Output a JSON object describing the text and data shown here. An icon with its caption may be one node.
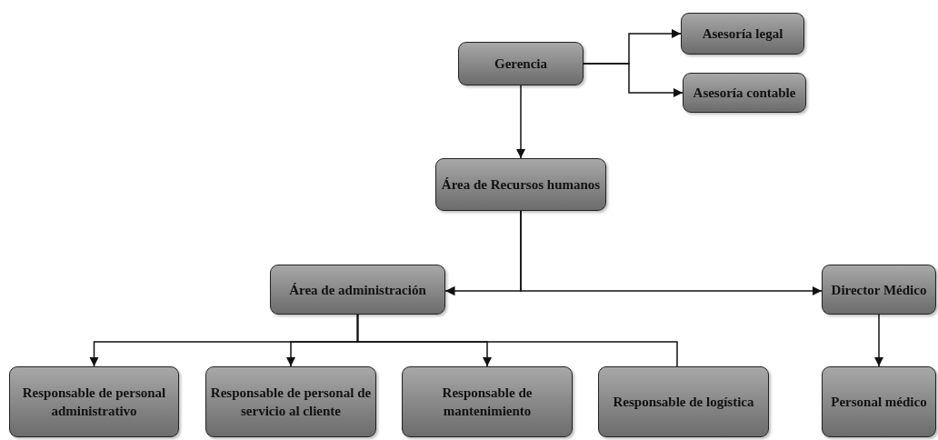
{
  "diagram": {
    "nodes": [
      {
        "text": [
          "Gerencia"
        ]
      },
      {
        "text": [
          "Asesoría legal"
        ]
      },
      {
        "text": [
          "Asesoría contable"
        ]
      },
      {
        "text": [
          "Área de Recursos humanos"
        ]
      },
      {
        "text": [
          "Área de administración"
        ]
      },
      {
        "text": [
          "Director Médico"
        ]
      },
      {
        "text": [
          "Responsable de personal administrativo"
        ]
      },
      {
        "text": [
          "Responsable de personal de servicio al cliente"
        ]
      },
      {
        "text": [
          "Responsable de mantenimiento"
        ]
      },
      {
        "text": [
          "Responsable de logística"
        ]
      },
      {
        "text": [
          "Personal médico"
        ]
      }
    ],
    "edges": [
      {
        "from": 0,
        "to": 1,
        "arrow": "to"
      },
      {
        "from": 0,
        "to": 2,
        "arrow": "to"
      },
      {
        "from": 0,
        "to": 3,
        "arrow": "to"
      },
      {
        "from": 3,
        "to": 4,
        "arrow": "to"
      },
      {
        "from": 3,
        "to": 5,
        "arrow": "to"
      },
      {
        "from": 4,
        "to": 6,
        "arrow": "to"
      },
      {
        "from": 4,
        "to": 7,
        "arrow": "to"
      },
      {
        "from": 4,
        "to": 8,
        "arrow": "to"
      },
      {
        "from": 4,
        "to": 9,
        "arrow": "none"
      },
      {
        "from": 5,
        "to": 10,
        "arrow": "to"
      }
    ]
  }
}
